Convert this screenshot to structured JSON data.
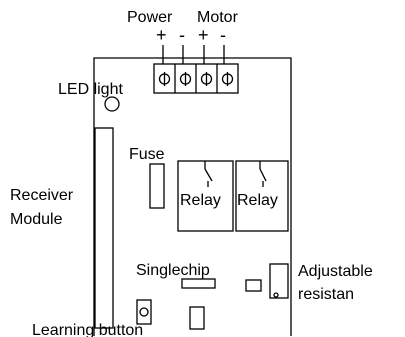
{
  "labels": {
    "power": "Power",
    "motor": "Motor",
    "terminals": [
      "+",
      "-",
      "+",
      "-"
    ],
    "led": "LED light",
    "fuse": "Fuse",
    "receiver": "Receiver",
    "module": "Module",
    "relay_1": "Relay",
    "relay_2": "Relay",
    "singlechip": "Singlechip",
    "adjustable": "Adjustable",
    "resistan": "resistan",
    "learning": "Learning button"
  }
}
